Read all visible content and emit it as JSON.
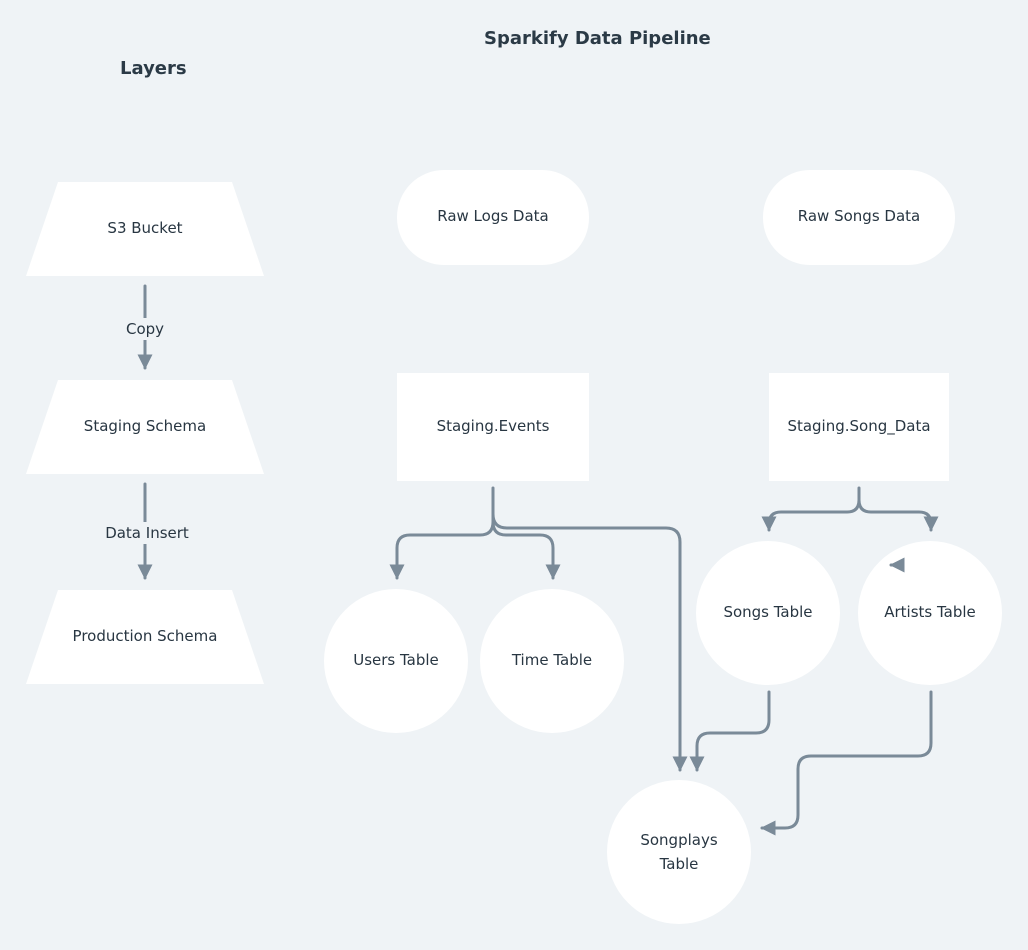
{
  "title": "Sparkify Data Pipeline",
  "layers": {
    "title": "Layers",
    "s3_bucket": "S3 Bucket",
    "copy": "Copy",
    "staging_schema": "Staging Schema",
    "data_insert": "Data Insert",
    "production_schema": "Production Schema"
  },
  "pipeline": {
    "raw_logs": "Raw Logs Data",
    "raw_songs": "Raw Songs Data",
    "staging_events": "Staging.Events",
    "staging_song_data": "Staging.Song_Data",
    "users_table": "Users Table",
    "time_table": "Time Table",
    "songs_table": "Songs Table",
    "artists_table": "Artists Table",
    "songplays_table_line1": "Songplays",
    "songplays_table_line2": "Table"
  },
  "colors": {
    "background": "#eff3f6",
    "node_fill": "#ffffff",
    "connector": "#7a8a98",
    "text": "#283642"
  }
}
